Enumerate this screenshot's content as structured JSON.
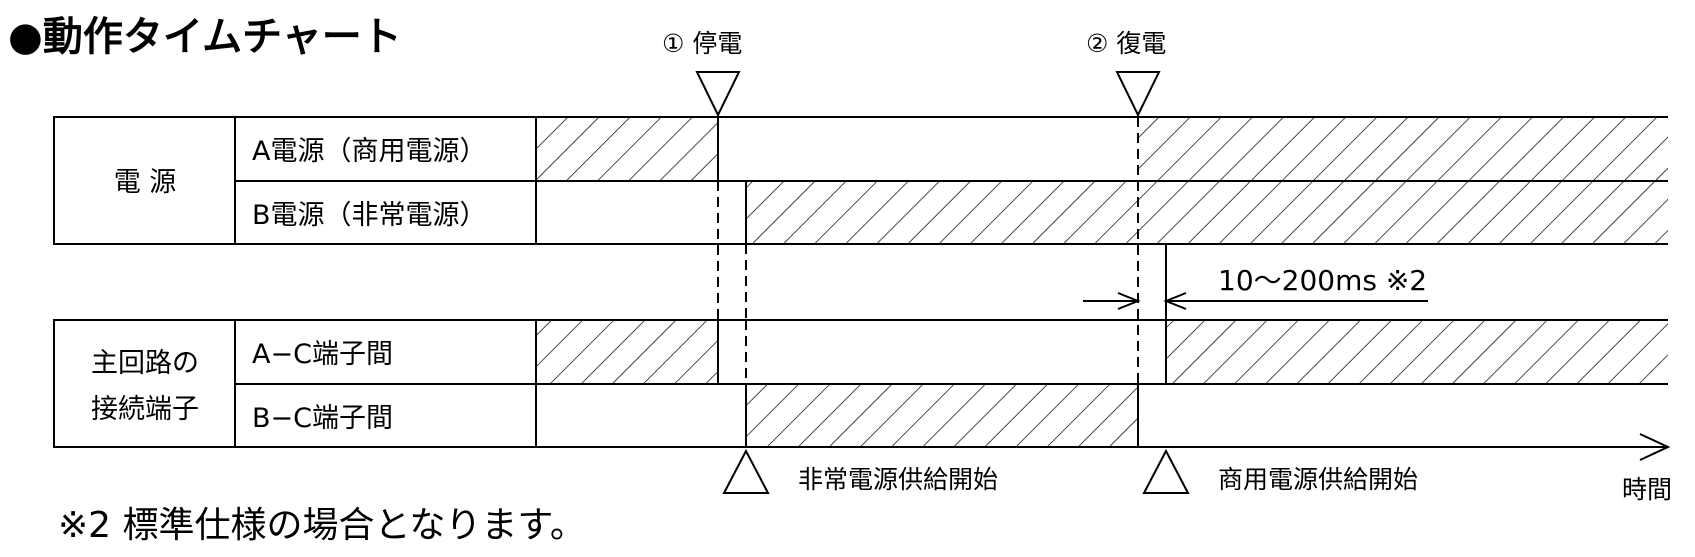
{
  "title": "●動作タイムチャート",
  "note": "※2 標準仕様の場合となります。",
  "events": {
    "outage_label": "① 停電",
    "restore_label": "② 復電"
  },
  "groups": {
    "power": {
      "label": "電 源",
      "rows": [
        {
          "label": "A電源（商用電源）"
        },
        {
          "label": "B電源（非常電源）"
        }
      ]
    },
    "main_terminals": {
      "label_line1": "主回路の",
      "label_line2": "接続端子",
      "rows": [
        {
          "label": "A−C端子間"
        },
        {
          "label": "B−C端子間"
        }
      ]
    }
  },
  "timing_label": "10～200ms ※2",
  "markers": {
    "emergency_start": "非常電源供給開始",
    "commercial_start": "商用電源供給開始"
  },
  "axis_label": "時間"
}
